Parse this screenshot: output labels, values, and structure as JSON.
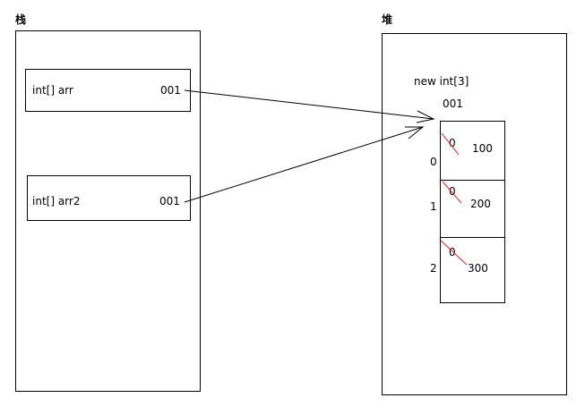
{
  "stack": {
    "title": "栈",
    "vars": [
      {
        "name": "int[] arr",
        "value": "001"
      },
      {
        "name": "int[] arr2",
        "value": "001"
      }
    ]
  },
  "heap": {
    "title": "堆",
    "object_label": "new int[3]",
    "address": "001",
    "cells": [
      {
        "index": "0",
        "old": "0",
        "value": "100"
      },
      {
        "index": "1",
        "old": "0",
        "value": "200"
      },
      {
        "index": "2",
        "old": "0",
        "value": "300"
      }
    ]
  },
  "colors": {
    "strike": "#e02020",
    "line": "#000000"
  }
}
